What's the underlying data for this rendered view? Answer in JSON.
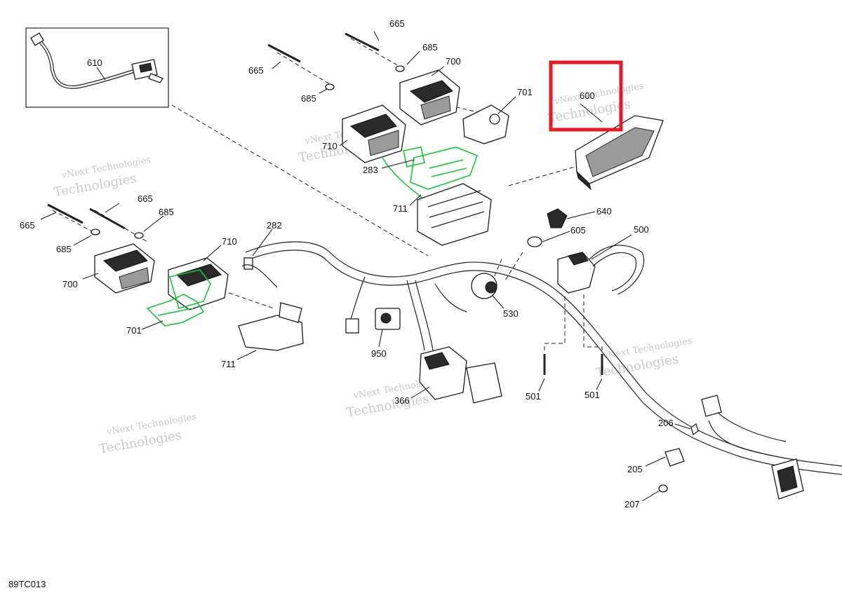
{
  "callouts": {
    "p665a": "665",
    "p685a": "685",
    "p700a": "700",
    "p701a": "701",
    "p665b": "665",
    "p685b": "685",
    "p710a": "710",
    "p283": "283",
    "p711a": "711",
    "p600": "600",
    "p640": "640",
    "p605": "605",
    "p500": "500",
    "p530": "530",
    "p610": "610",
    "p665c": "665",
    "p665d": "665",
    "p685c": "685",
    "p685d": "685",
    "p700b": "700",
    "p710b": "710",
    "p282": "282",
    "p701b": "701",
    "p711b": "711",
    "p950": "950",
    "p366": "366",
    "p501a": "501",
    "p501b": "501",
    "p206": "206",
    "p205": "205",
    "p207": "207"
  },
  "reference_code": "89TC013",
  "watermark": {
    "line1": "vNext Technologies",
    "line2": "Technologies"
  },
  "highlight": {
    "color": "#e31b23",
    "target": "600"
  },
  "colors": {
    "highlight_part": "#17c43a",
    "line": "#1a1a1a"
  }
}
